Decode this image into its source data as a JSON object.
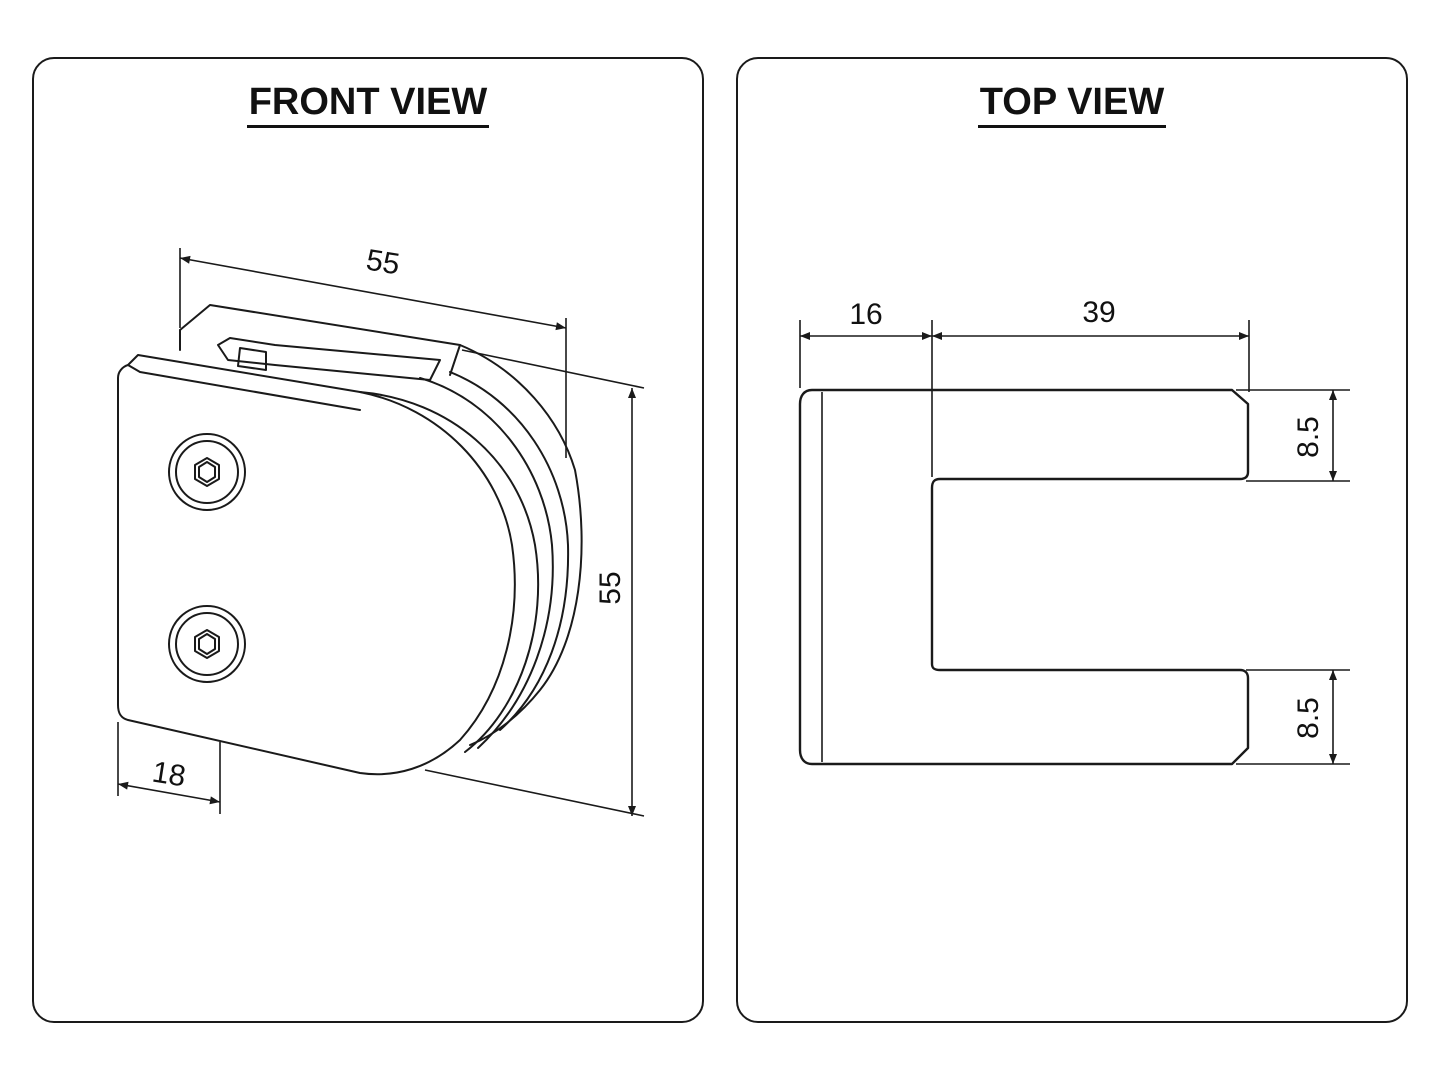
{
  "front_view": {
    "title": "FRONT VIEW",
    "dimensions": {
      "width": "55",
      "height": "55",
      "depth": "18"
    }
  },
  "top_view": {
    "title": "TOP VIEW",
    "dimensions": {
      "back_thickness": "16",
      "slot_depth": "39",
      "upper_arm": "8.5",
      "lower_arm": "8.5"
    }
  },
  "colors": {
    "line": "#1a1a1a",
    "background": "#ffffff"
  }
}
